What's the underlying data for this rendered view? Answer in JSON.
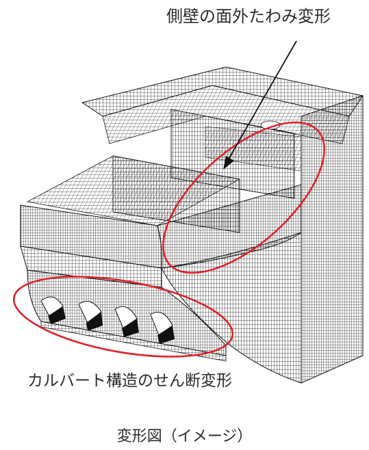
{
  "annotations": {
    "wall_deflection": "側壁の面外たわみ変形",
    "culvert_shear": "カルバート構造のせん断変形"
  },
  "caption": "変形図（イメージ）",
  "colors": {
    "mesh": "#111111",
    "highlight": "#e0202a",
    "text": "#2b2b2b"
  }
}
